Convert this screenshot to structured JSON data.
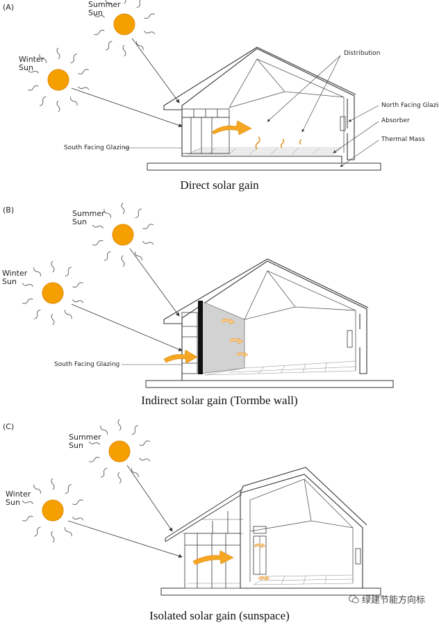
{
  "panels": [
    {
      "tag": "(A)",
      "summer_sun": "Summer\nSun",
      "winter_sun": "Winter\nSun",
      "caption": "Direct solar gain",
      "labels": {
        "distribution": "Distribution",
        "north_glazing": "North Facing Glazing",
        "absorber": "Absorber",
        "thermal_mass": "Thermal Mass",
        "south_glazing": "South Facing Glazing"
      }
    },
    {
      "tag": "(B)",
      "summer_sun": "Summer\nSun",
      "winter_sun": "Winter\nSun",
      "caption": "Indirect solar gain (Tormbe wall)",
      "labels": {
        "south_glazing": "South Facing Glazing"
      }
    },
    {
      "tag": "(C)",
      "summer_sun": "Summer\nSun",
      "winter_sun": "Winter\nSun",
      "caption": "Isolated solar gain (sunspace)"
    }
  ],
  "watermark": "绿建节能方向标",
  "colors": {
    "sun": "#f5a000",
    "sun_stroke": "#e08800",
    "arrow": "#f5a623",
    "line": "#333333",
    "trombe_wall": "#d2d2d2"
  }
}
